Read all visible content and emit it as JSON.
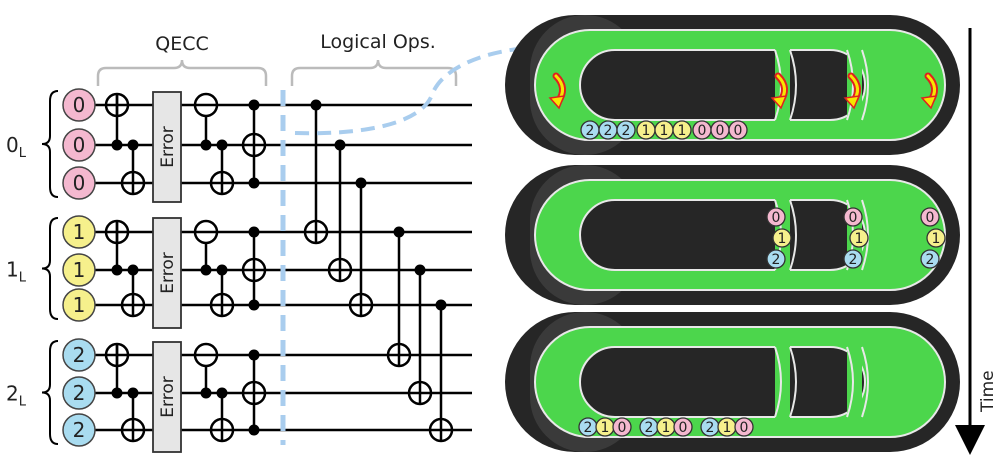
{
  "circuit": {
    "qecc_label": "QECC",
    "logical_ops_label": "Logical Ops.",
    "error_label": "Error",
    "logical_states": [
      {
        "base": "0",
        "sub": "L",
        "qubit_value": "0",
        "color": "#f4b8cf"
      },
      {
        "base": "1",
        "sub": "L",
        "qubit_value": "1",
        "color": "#f6f08c"
      },
      {
        "base": "2",
        "sub": "L",
        "qubit_value": "2",
        "color": "#a9dcf0"
      }
    ]
  },
  "track": {
    "panel1": {
      "bottom_row": [
        "2",
        "2",
        "2",
        "1",
        "1",
        "1",
        "0",
        "0",
        "0"
      ]
    },
    "panel2": {
      "column": [
        "0",
        "1",
        "2"
      ]
    },
    "panel3": {
      "bottom_row": [
        "2",
        "1",
        "0",
        "2",
        "1",
        "0",
        "2",
        "1",
        "0"
      ]
    },
    "time_label": "Time"
  },
  "colors": {
    "green": "#4cd64c",
    "dark": "#262626",
    "dashed_line": "#a9cdee",
    "arrow_red": "#e02020",
    "arrow_yellow": "#f7e600"
  }
}
